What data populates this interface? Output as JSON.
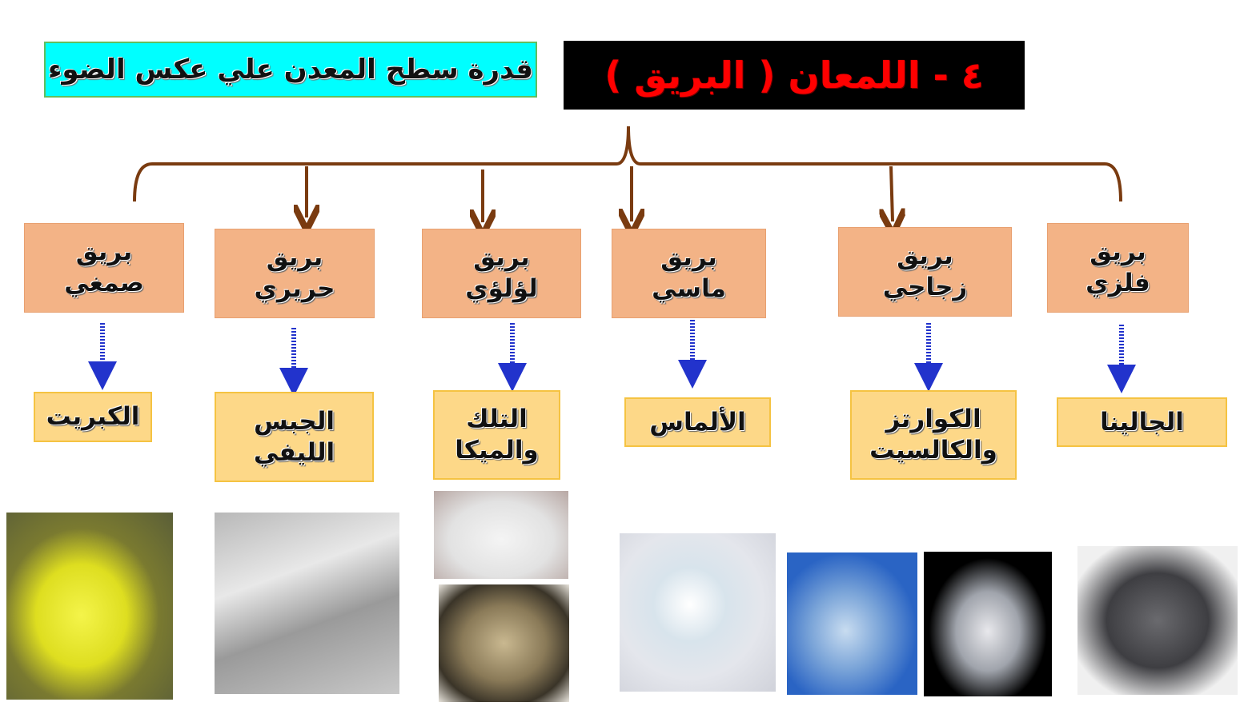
{
  "title": "٤ - اللمعان ( البريق )",
  "subtitle": "قدرة سطح المعدن علي عكس الضوء",
  "types": [
    {
      "line1": "بريق",
      "line2": "فلزي",
      "mineral1": "الجالينا",
      "mineral2": ""
    },
    {
      "line1": "بريق",
      "line2": "زجاجي",
      "mineral1": "الكوارتز",
      "mineral2": "والكالسيت"
    },
    {
      "line1": "بريق",
      "line2": "ماسي",
      "mineral1": "الألماس",
      "mineral2": ""
    },
    {
      "line1": "بريق",
      "line2": "لؤلؤي",
      "mineral1": "التلك",
      "mineral2": "والميكا"
    },
    {
      "line1": "بريق",
      "line2": "حريري",
      "mineral1": "الجبس",
      "mineral2": "الليفي"
    },
    {
      "line1": "بريق",
      "line2": "صمغي",
      "mineral1": "الكبريت",
      "mineral2": ""
    }
  ],
  "colors": {
    "title_bg": "#000000",
    "title_text": "#ff0000",
    "subtitle_bg": "#00ffff",
    "type_box": "#f3b386",
    "mineral_box": "#fdd888",
    "brace": "#7a3b10",
    "dotted_arrow": "#2233cc"
  }
}
